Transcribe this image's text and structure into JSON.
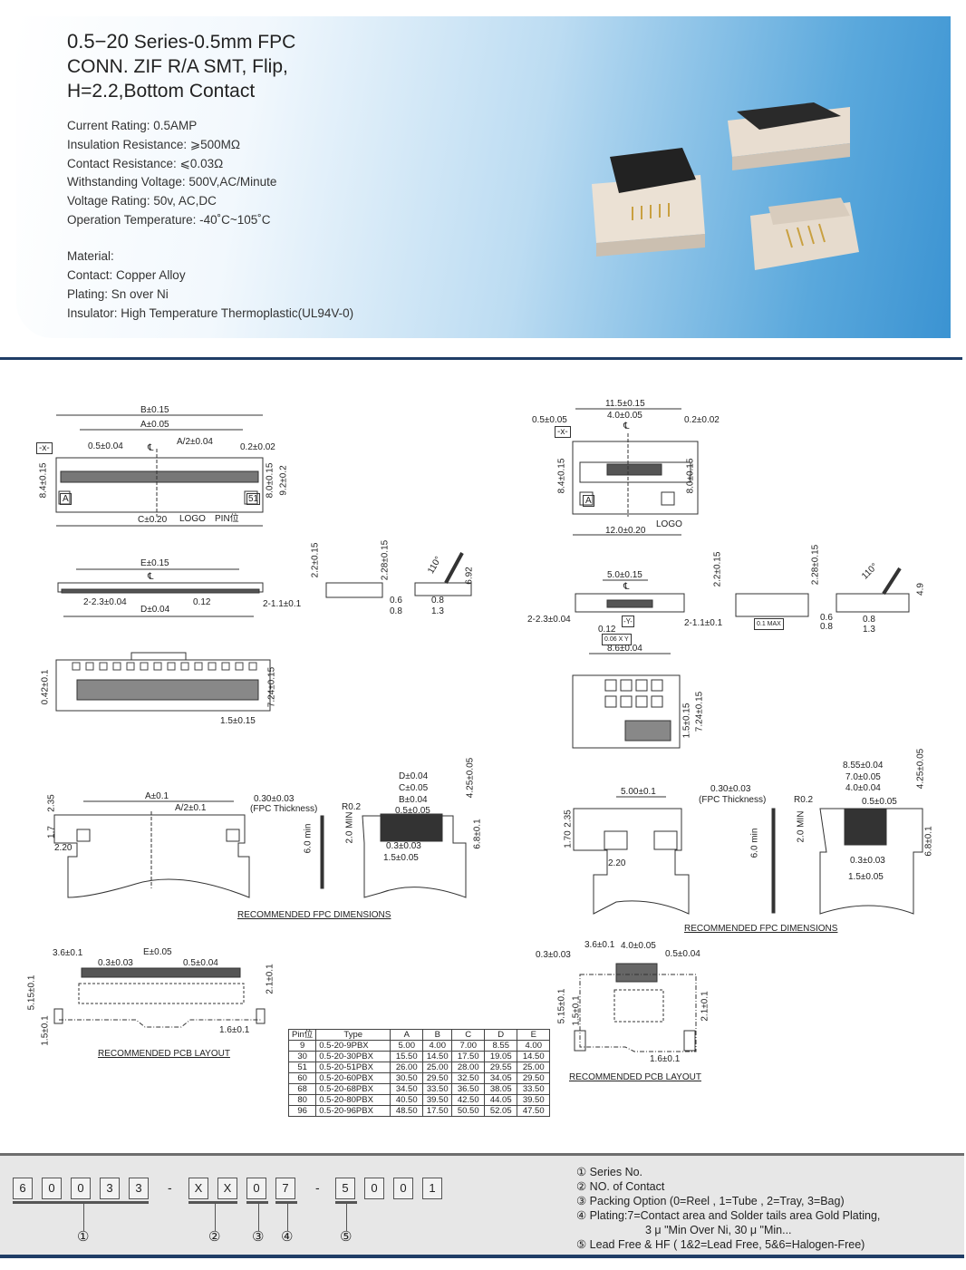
{
  "header": {
    "title_series": "0.5−20",
    "title_line1": " Series-0.5mm FPC",
    "title_line2": "CONN. ZIF R/A SMT, Flip,",
    "title_line3": "H=2.2,Bottom Contact",
    "specs": [
      "Current Rating: 0.5AMP",
      "Insulation Resistance: ⩾500MΩ",
      "Contact Resistance: ⩽0.03Ω",
      "Withstanding Voltage: 500V,AC/Minute",
      "Voltage Rating: 50v, AC,DC",
      "Operation Temperature: -40˚C~105˚C"
    ],
    "material": [
      "Material:",
      "Contact: Copper Alloy",
      "Plating: Sn over Ni",
      "Insulator: High Temperature Thermoplastic(UL94V-0)"
    ]
  },
  "left_labels": [
    "B±0.15",
    "A±0.05",
    "0.5±0.04",
    "A/2±0.04",
    "0.2±0.02",
    "-x-",
    "A",
    "51",
    "C±0.20",
    "LOGO",
    "PIN位",
    "E±0.15",
    "2-2.3±0.04",
    "D±0.04",
    "0.12",
    "2-1.1±0.1",
    "0.6",
    "0.8",
    "110°",
    "0.8",
    "1.3",
    "1.5±0.15",
    "A±0.1",
    "A/2±0.1",
    "0.30±0.03",
    "(FPC Thickness)",
    "R0.2",
    "D±0.04",
    "C±0.05",
    "B±0.04",
    "0.5±0.05",
    "0.3±0.03",
    "1.5±0.05",
    "2.20",
    "3.6±0.1",
    "E±0.05",
    "0.3±0.03",
    "0.5±0.04",
    "1.6±0.1",
    "℄",
    "℄"
  ],
  "left_vlabels": [
    "8.4±0.15",
    "8.0±0.15",
    "9.2±0.2",
    "2.2±0.15",
    "2.28±0.15",
    "6.92",
    "0.42±0.1",
    "7.24±0.15",
    "2.35",
    "1.7",
    "6.0 min",
    "2.0 MIN",
    "4.25±0.05",
    "6.8±0.1",
    "5.15±0.1",
    "1.5±0.1",
    "2.1±0.1"
  ],
  "right_labels": [
    "11.5±0.15",
    "0.5±0.05",
    "4.0±0.05",
    "0.2±0.02",
    "-x-",
    "A",
    "LOGO",
    "12.0±0.20",
    "5.0±0.15",
    "2-2.3±0.04",
    "-Y-",
    "0.12",
    "0.06 X Y",
    "8.6±0.04",
    "2-1.1±0.1",
    "0.1 MAX",
    "0.6",
    "0.8",
    "110°",
    "0.8",
    "1.3",
    "5.00±0.1",
    "2.20",
    "0.30±0.03",
    "(FPC Thickness)",
    "R0.2",
    "8.55±0.04",
    "7.0±0.05",
    "4.0±0.04",
    "0.5±0.05",
    "0.3±0.03",
    "1.5±0.05",
    "0.3±0.03",
    "3.6±0.1",
    "4.0±0.05",
    "0.5±0.04",
    "1.6±0.1",
    "℄",
    "℄"
  ],
  "right_vlabels": [
    "8.4±0.15",
    "8.0±0.15",
    "2.2±0.15",
    "2.28±0.15",
    "4.9",
    "1.5±0.15",
    "7.24±0.15",
    "2.35",
    "1.70",
    "6.0 min",
    "2.0 MIN",
    "4.25±0.05",
    "6.8±0.1",
    "5.15±0.1",
    "1.5±0.1",
    "2.1±0.1"
  ],
  "captions": {
    "fpc_left": "RECOMMENDED FPC DIMENSIONS",
    "pcb_left": "RECOMMENDED PCB LAYOUT",
    "fpc_right": "RECOMMENDED FPC DIMENSIONS",
    "pcb_right": "RECOMMENDED PCB LAYOUT"
  },
  "table": {
    "headers": [
      "Pin位",
      "Type",
      "A",
      "B",
      "C",
      "D",
      "E"
    ],
    "rows": [
      [
        "9",
        "0.5-20-9PBX",
        "5.00",
        "4.00",
        "7.00",
        "8.55",
        "4.00"
      ],
      [
        "30",
        "0.5-20-30PBX",
        "15.50",
        "14.50",
        "17.50",
        "19.05",
        "14.50"
      ],
      [
        "51",
        "0.5-20-51PBX",
        "26.00",
        "25.00",
        "28.00",
        "29.55",
        "25.00"
      ],
      [
        "60",
        "0.5-20-60PBX",
        "30.50",
        "29.50",
        "32.50",
        "34.05",
        "29.50"
      ],
      [
        "68",
        "0.5-20-68PBX",
        "34.50",
        "33.50",
        "36.50",
        "38.05",
        "33.50"
      ],
      [
        "80",
        "0.5-20-80PBX",
        "40.50",
        "39.50",
        "42.50",
        "44.05",
        "39.50"
      ],
      [
        "96",
        "0.5-20-96PBX",
        "48.50",
        "17.50",
        "50.50",
        "52.05",
        "47.50"
      ]
    ]
  },
  "part_number": {
    "chars": [
      "6",
      "0",
      "0",
      "3",
      "3",
      "X",
      "X",
      "0",
      "7",
      "5",
      "0",
      "0",
      "1"
    ],
    "dash": "-",
    "callouts": [
      "①",
      "②",
      "③",
      "④",
      "⑤"
    ],
    "legend": [
      "① Series No.",
      "② NO. of Contact",
      "③ Packing Option (0=Reel , 1=Tube , 2=Tray, 3=Bag)",
      "④ Plating:7=Contact area and Solder tails area Gold Plating,",
      "3 μ \"Min Over Ni,  30 μ \"Min...",
      "⑤ Lead Free & HF ( 1&2=Lead Free, 5&6=Halogen-Free)"
    ]
  }
}
